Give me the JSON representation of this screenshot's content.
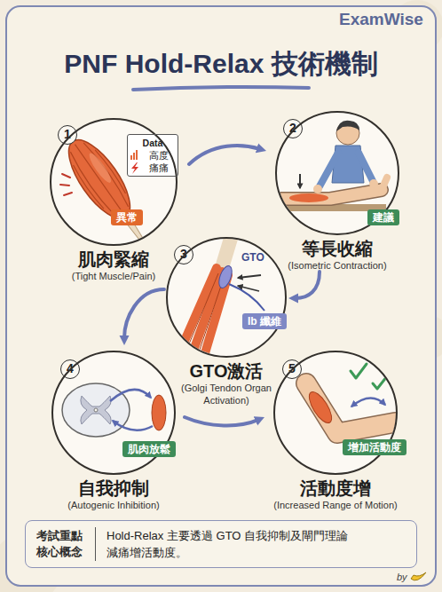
{
  "diagram": {
    "title": "PNF Hold-Relax 技術機制",
    "nodes": [
      {
        "text": [
          "肌肉緊縮",
          "(Tight Muscle/Pain)"
        ]
      },
      {
        "text": [
          "Data",
          "高度",
          "痛痛"
        ],
        "in": 0
      },
      {
        "text": [
          "異常"
        ],
        "in": 0
      },
      {
        "text": [
          "等長收縮",
          "(Isometric Contraction)"
        ]
      },
      {
        "text": [
          "建議"
        ],
        "in": 3
      },
      {
        "text": [
          "GTO激活",
          "(Golgi Tendon Organ Activation)"
        ]
      },
      {
        "text": [
          "Ib 纖維"
        ],
        "in": 5
      },
      {
        "text": [
          "自我抑制",
          "(Autogenic Inhibition)"
        ]
      },
      {
        "text": [
          "肌肉放鬆"
        ],
        "in": 7
      },
      {
        "text": [
          "活動度增",
          "(Increased Range of Motion)"
        ]
      },
      {
        "text": [
          "增加活動度"
        ],
        "in": 9
      },
      {
        "text": [
          "考試重點 核心概念",
          "Hold-Relax 主要透過 GTO 自我抑制及閘門理論減痛增活動度。"
        ]
      }
    ],
    "edges": [
      {
        "from": 0,
        "to": 3,
        "arrow": "to"
      },
      {
        "from": 3,
        "to": 5,
        "arrow": "to"
      },
      {
        "from": 5,
        "to": 7,
        "arrow": "to"
      },
      {
        "from": 7,
        "to": 9,
        "arrow": "to"
      }
    ],
    "labels": [
      "ExamWise",
      "1",
      "2",
      "3",
      "GTO",
      "4",
      "5",
      "by"
    ]
  }
}
